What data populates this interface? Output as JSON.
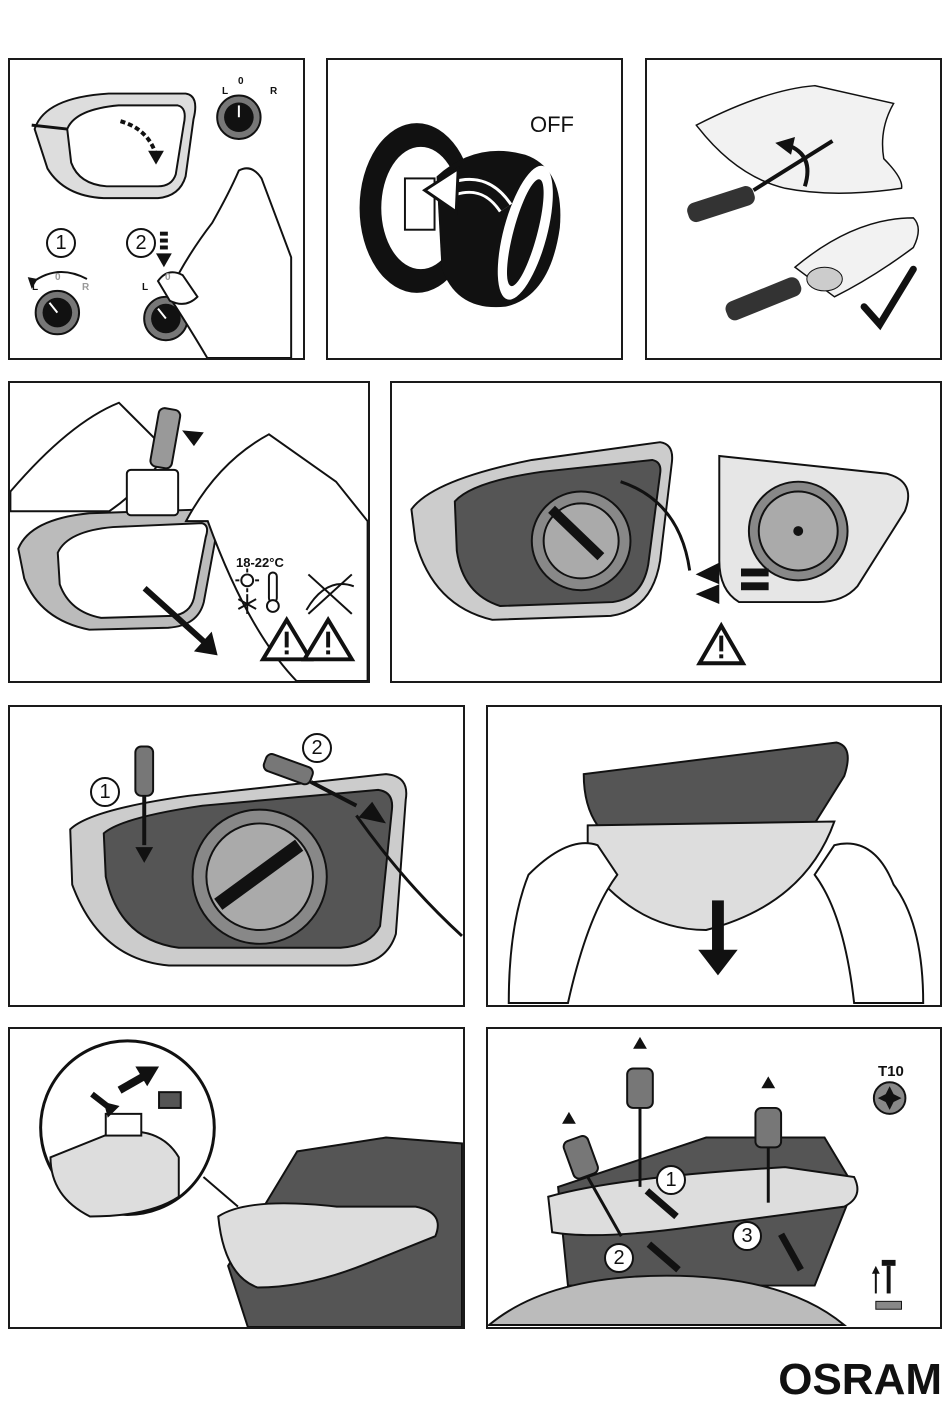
{
  "panel1": {
    "dial_top": {
      "l": "L",
      "zero": "0",
      "r": "R"
    },
    "step1": "1",
    "step2": "2",
    "dial_left": {
      "l": "L",
      "zero": "0",
      "r": "R"
    },
    "dial_right": {
      "l": "L",
      "zero": "0"
    }
  },
  "panel2": {
    "label": "OFF"
  },
  "panel4": {
    "temperature": "18-22°C"
  },
  "panel6": {
    "step1": "1",
    "step2": "2"
  },
  "panel9": {
    "tool": "T10",
    "step1": "1",
    "step2": "2",
    "step3": "3"
  },
  "brand": {
    "logo": "OSRAM"
  }
}
